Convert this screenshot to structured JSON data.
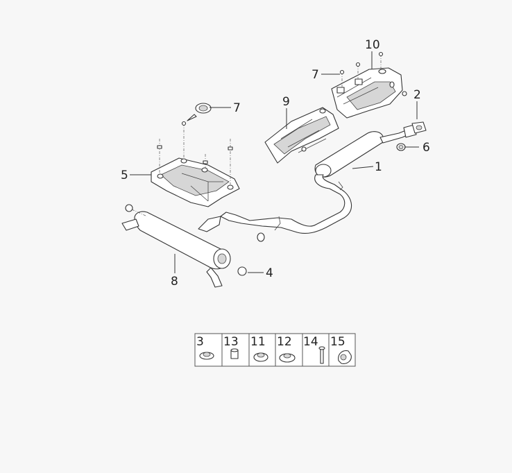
{
  "diagram": {
    "callouts": {
      "c1": "1",
      "c2": "2",
      "c4": "4",
      "c5": "5",
      "c6": "6",
      "c7a": "7",
      "c7b": "7",
      "c8": "8",
      "c9": "9",
      "c10": "10"
    },
    "legend": [
      "3",
      "13",
      "11",
      "12",
      "14",
      "15"
    ]
  }
}
